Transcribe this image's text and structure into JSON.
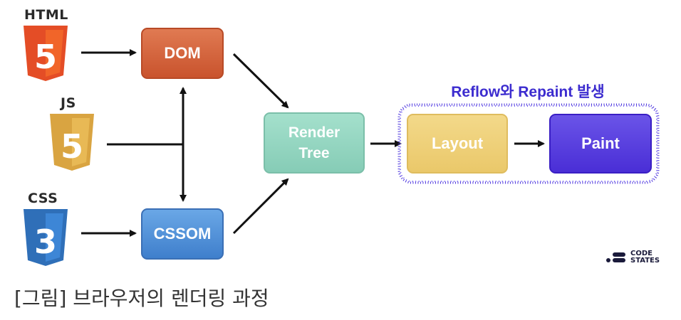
{
  "sources": {
    "html": {
      "label": "HTML",
      "number": "5",
      "color": "#e44d26"
    },
    "js": {
      "label": "JS",
      "number": "5",
      "color": "#d9a441"
    },
    "css": {
      "label": "CSS",
      "number": "3",
      "color": "#2f6fb8"
    }
  },
  "nodes": {
    "dom": "DOM",
    "cssom": "CSSOM",
    "render_line1": "Render",
    "render_line2": "Tree",
    "layout": "Layout",
    "paint": "Paint"
  },
  "group": {
    "title": "Reflow와 Repaint 발생",
    "color": "#3c2ccf"
  },
  "brand": {
    "line1": "CODE",
    "line2": "STATES"
  },
  "caption": "[그림] 브라우저의 렌더링 과정"
}
